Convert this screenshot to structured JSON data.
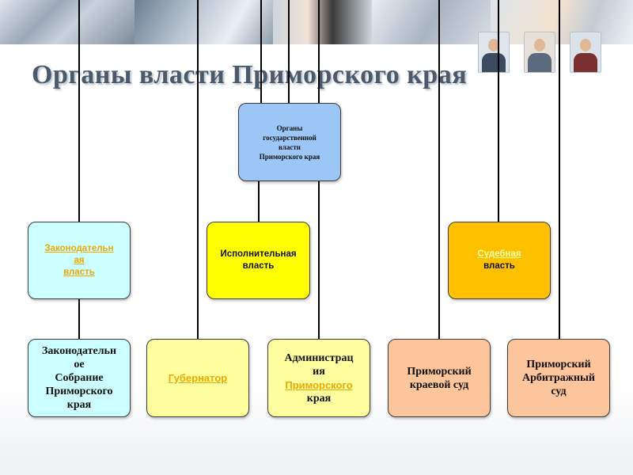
{
  "title": "Органы власти Приморского края",
  "root": {
    "lines": [
      "Органы",
      "государственной",
      "власти",
      "Приморского края"
    ]
  },
  "branches": {
    "legislative": {
      "line1": "Законодательн",
      "line2": "ая",
      "line3": "власть"
    },
    "executive": {
      "line1": "Исполнительная",
      "line2": "власть"
    },
    "judicial": {
      "line1": "Судебная",
      "line2": "власть"
    }
  },
  "bodies": {
    "assembly": {
      "line1": "Законодательн",
      "line2": "ое",
      "line3": "Собрание",
      "line4": "Приморского",
      "line5": "края"
    },
    "governor": {
      "label": "Губернатор"
    },
    "administration": {
      "line1": "Администрац",
      "line2": "ия",
      "line3": "Приморского",
      "line4": "края"
    },
    "regional_court": {
      "line1": "Приморский",
      "line2": "краевой суд"
    },
    "arbitration_court": {
      "line1": "Приморский",
      "line2": "Арбитражный",
      "line3": "суд"
    }
  },
  "colors": {
    "root_fill": "#9cc6f5",
    "legislative_fill": "#ccffff",
    "executive_fill": "#ffff00",
    "judicial_fill": "#ffc000",
    "assembly_fill": "#ccffff",
    "governor_fill": "#ffffa0",
    "administration_fill": "#ffffa0",
    "court_fill": "#fcc59c",
    "title_color": "#4a5a6a"
  }
}
